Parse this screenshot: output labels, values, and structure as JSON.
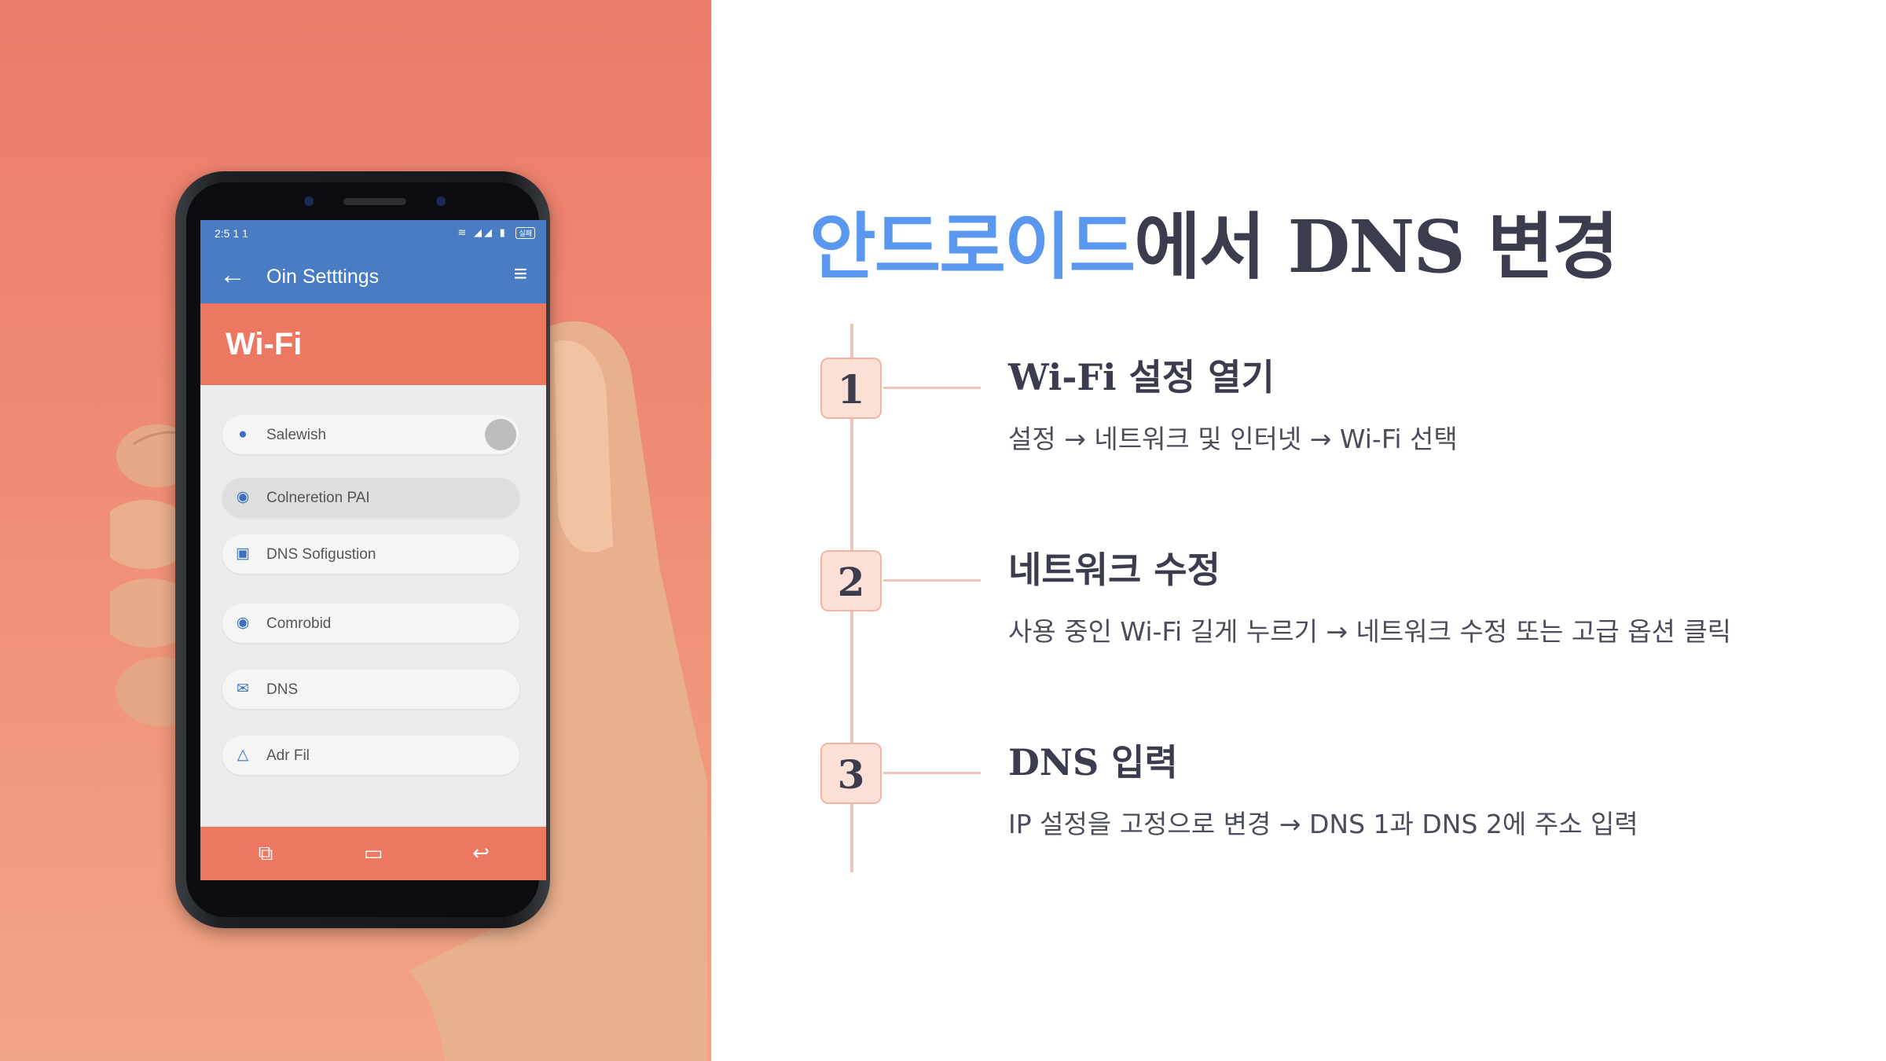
{
  "phone": {
    "status_time": "2:5 1 1",
    "status_badge": "실패",
    "app_title": "Oin Setttings",
    "hero_title": "Wi-Fi",
    "items": [
      {
        "label": "Salewish",
        "icon": "location-pin-icon"
      },
      {
        "label": "Colneretion PAI",
        "icon": "chat-bubble-icon"
      },
      {
        "label": "DNS Sofigustion",
        "icon": "document-icon"
      },
      {
        "label": "Comrobid",
        "icon": "circle-dot-icon"
      },
      {
        "label": "DNS",
        "icon": "envelope-icon"
      },
      {
        "label": "Adr Fil",
        "icon": "network-icon"
      }
    ]
  },
  "title": {
    "accent": "안드로이드",
    "rest": "에서 DNS 변경"
  },
  "steps": [
    {
      "number": "1",
      "title": "Wi-Fi 설정 열기",
      "desc": "설정 → 네트워크 및 인터넷 → Wi-Fi 선택"
    },
    {
      "number": "2",
      "title": "네트워크 수정",
      "desc": "사용 중인 Wi-Fi 길게 누르기 → 네트워크 수정 또는 고급 옵션 클릭"
    },
    {
      "number": "3",
      "title": "DNS 입력",
      "desc": "IP 설정을 고정으로 변경 → DNS 1과 DNS 2에 주소 입력"
    }
  ],
  "colors": {
    "accent": "#5a97ee",
    "heading": "#3b3d4e",
    "coral": "#ec7861",
    "appbar_blue": "#4a7cc4",
    "step_fill": "#fcdfd5"
  }
}
